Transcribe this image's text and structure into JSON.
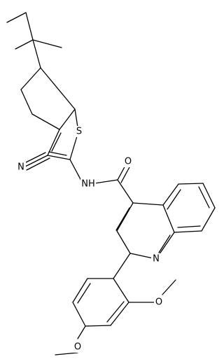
{
  "molecule": {
    "atom_labels": {
      "S": "S",
      "N_nitrile": "N",
      "NH": "NH",
      "O_carbonyl": "O",
      "N_quinoline": "N",
      "O_methoxy_2": "O",
      "O_methoxy_4": "O"
    }
  },
  "colors": {
    "bond": "#000000",
    "label": "#000000",
    "background": "#ffffff"
  }
}
